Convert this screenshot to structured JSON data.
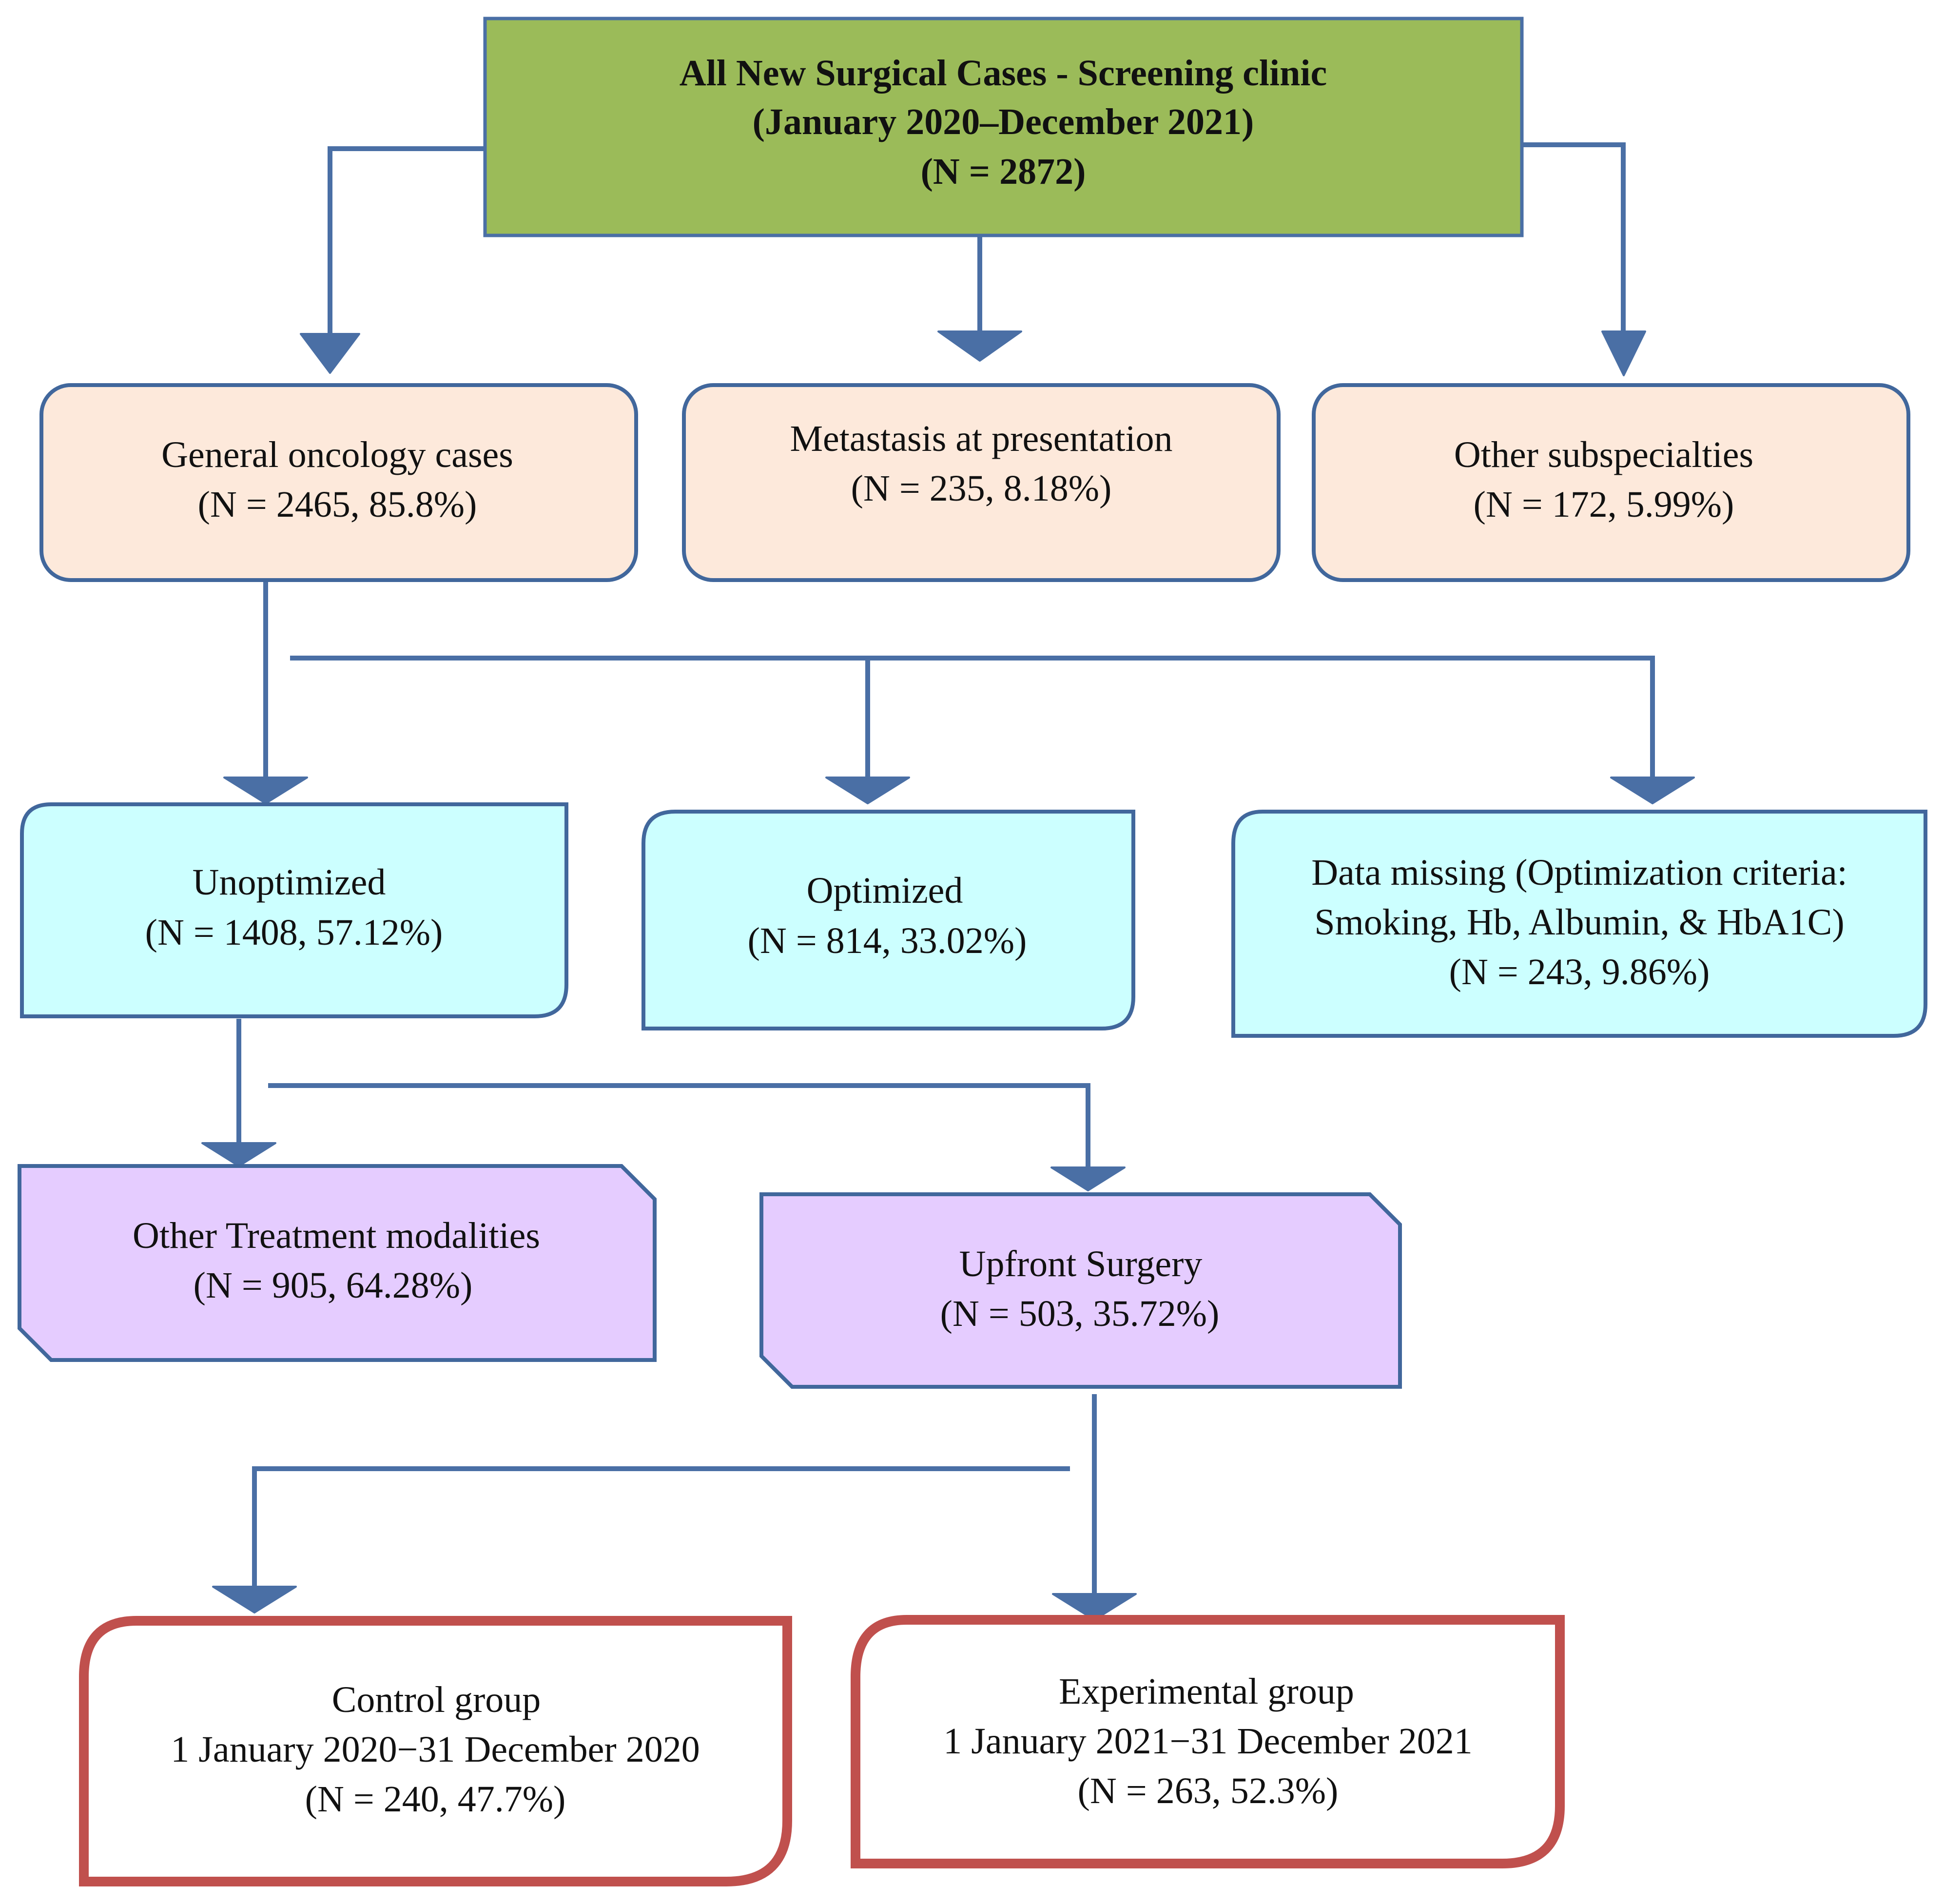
{
  "colors": {
    "connector": "#4a6fa5",
    "top_fill": "#9bbb59",
    "top_stroke": "#4a6fa5",
    "peach_fill": "#fde9db",
    "cyan_fill": "#ccffff",
    "lavender_fill": "#e5ccff",
    "box_stroke": "#41679c",
    "result_stroke": "#c0504d",
    "result_fill": "#ffffff"
  },
  "diagram": {
    "root": {
      "line1": "All New Surgical Cases - Screening clinic",
      "line2": "(January 2020–December 2021)",
      "line3": "(N = 2872)"
    },
    "level1": {
      "general": {
        "line1": "General oncology cases",
        "line2": "(N = 2465, 85.8%)"
      },
      "metastasis": {
        "line1": "Metastasis at presentation",
        "line2": "(N = 235, 8.18%)"
      },
      "other_sub": {
        "line1": "Other subspecialties",
        "line2": "(N = 172, 5.99%)"
      }
    },
    "level2": {
      "unoptimized": {
        "line1": "Unoptimized",
        "line2": "(N = 1408, 57.12%)"
      },
      "optimized": {
        "line1": "Optimized",
        "line2": "(N = 814, 33.02%)"
      },
      "missing": {
        "line1": "Data missing (Optimization criteria:",
        "line2": "Smoking, Hb, Albumin, & HbA1C)",
        "line3": "(N = 243, 9.86%)"
      }
    },
    "level3": {
      "other_treat": {
        "line1": "Other Treatment modalities",
        "line2": "(N = 905, 64.28%)"
      },
      "upfront": {
        "line1": "Upfront Surgery",
        "line2": "(N = 503, 35.72%)"
      }
    },
    "level4": {
      "control": {
        "line1": "Control group",
        "line2": "1 January 2020−31 December 2020",
        "line3": "(N = 240, 47.7%)"
      },
      "experimental": {
        "line1": "Experimental group",
        "line2": "1 January 2021−31 December 2021",
        "line3": "(N = 263, 52.3%)"
      }
    }
  }
}
